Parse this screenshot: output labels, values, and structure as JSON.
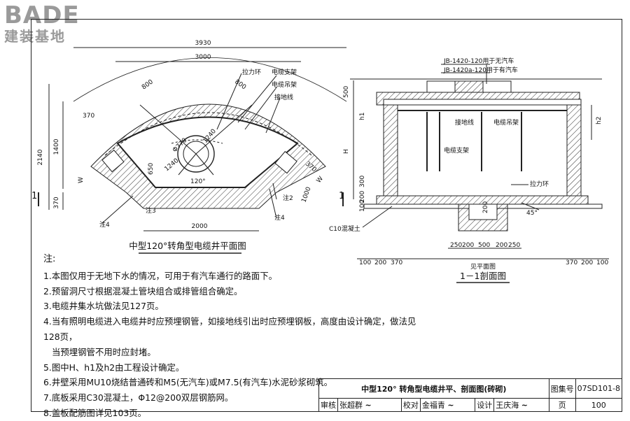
{
  "logo": {
    "brand": "BADE",
    "subtitle": "建装基地"
  },
  "plan": {
    "title": "中型120°转角型电缆井平面图",
    "dims": {
      "top_total": "3930",
      "top_inner": "3000",
      "bottom": "2000",
      "left_total": "2140",
      "left_inner": "1400",
      "left_bottom": "370",
      "wall_left": "370",
      "wall_right": "370",
      "diag_left": "800",
      "diag_right": "800",
      "w": "W",
      "h650": "650",
      "hole": "Φ770",
      "angle": "120°",
      "r1240a": "1240",
      "r1240b": "1240",
      "dim1000": "1000"
    },
    "labels": {
      "pull_ring": "拉力环",
      "cable_support": "电缆支架",
      "cable_hanger": "电缆吊架",
      "ground_wire": "接地线",
      "note2": "注2",
      "note3": "注3",
      "note4a": "注4",
      "note4b": "注4",
      "section_mark": "1"
    }
  },
  "section": {
    "title": "1－1剖面图",
    "labels": {
      "jb_a": "JB-1420-120用于无汽车",
      "jb_b": "JB-1420a-120用于有汽车",
      "ground_wire": "接地线",
      "cable_hanger": "电缆吊架",
      "cable_support": "电缆支架",
      "pull_ring": "拉力环",
      "c10": "C10混凝土",
      "slope": "45°",
      "sump": "见平面图"
    },
    "dims": {
      "d500": "500",
      "h1": "h1",
      "H": "H",
      "h2": "h2",
      "d300": "300",
      "d200a": "200",
      "d100a": "100",
      "bottom_row": [
        "250",
        "200",
        "500",
        "200",
        "250"
      ],
      "d200b": "200",
      "left_row": [
        "100",
        "200",
        "370"
      ],
      "right_row": [
        "370",
        "200",
        "100"
      ]
    }
  },
  "notes": {
    "title": "注:",
    "items": [
      "1.本图仅用于无地下水的情况，可用于有汽车通行的路面下。",
      "2.预留洞尺寸根据混凝土管块组合或排管组合确定。",
      "3.电缆井集水坑做法见127页。",
      "4.当有照明电缆进入电缆井时应预埋钢管，如接地线引出时应预埋钢板，高度由设计确定，做法见128页，",
      "当预埋钢管不用时应封堵。",
      "5.图中H、h1及h2由工程设计确定。",
      "6.井壁采用MU10烧结普通砖和M5(无汽车)或M7.5(有汽车)水泥砂浆砌筑。",
      "7.底板采用C30混凝土，Φ12@200双层钢筋网。",
      "8.盖板配筋图详见103页。"
    ]
  },
  "titleblock": {
    "title": "中型120° 转角型电缆井平、剖面图(砖砌)",
    "atlas_label": "图集号",
    "atlas_no": "07SD101-8",
    "review_label": "审核",
    "reviewer": "张超群",
    "check_label": "校对",
    "checker": "金福青",
    "design_label": "设计",
    "designer": "王庆海",
    "page_label": "页",
    "page_no": "100"
  }
}
